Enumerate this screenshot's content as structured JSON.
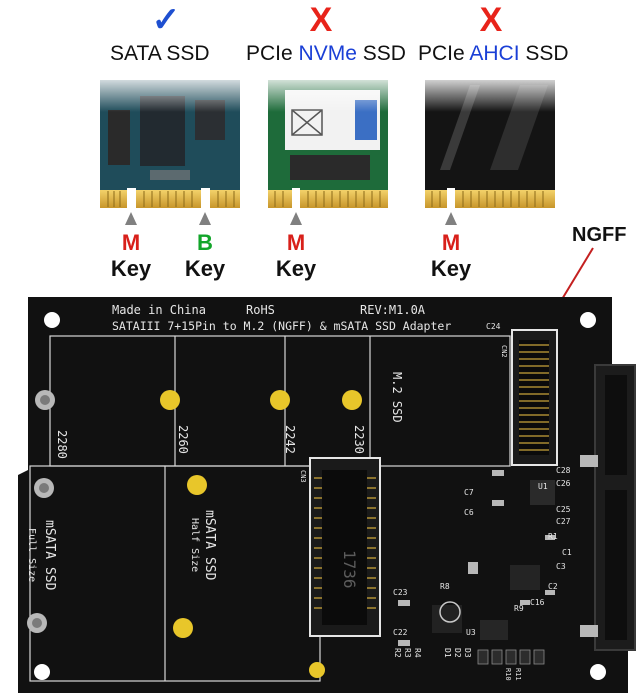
{
  "header": {
    "columns": [
      {
        "mark": "✓",
        "status": "supported",
        "label_prefix": "SATA SSD",
        "label_highlight": "",
        "label_suffix": ""
      },
      {
        "mark": "X",
        "status": "unsupported",
        "label_prefix": "PCIe ",
        "label_highlight": "NVMe",
        "label_suffix": " SSD"
      },
      {
        "mark": "X",
        "status": "unsupported",
        "label_prefix": "PCIe ",
        "label_highlight": "AHCI",
        "label_suffix": " SSD"
      }
    ]
  },
  "keys": [
    {
      "letter": "M",
      "word": "Key",
      "color": "#d8201a"
    },
    {
      "letter": "B",
      "word": "Key",
      "color": "#12a52a"
    },
    {
      "letter": "M",
      "word": "Key",
      "color": "#d8201a"
    },
    {
      "letter": "M",
      "word": "Key",
      "color": "#d8201a"
    }
  ],
  "callout": {
    "label": "NGFF"
  },
  "board": {
    "made_in": "Made in China",
    "rohs": "RoHS",
    "revision": "REV:M1.0A",
    "description": "SATAIII 7+15Pin to M.2 (NGFF) & mSATA SSD Adapter",
    "m2_label": "M.2 SSD",
    "m2_sizes": [
      "2280",
      "2260",
      "2242",
      "2230"
    ],
    "msata_full": "mSATA SSD",
    "msata_full_sub": "Full Size",
    "msata_half": "mSATA SSD",
    "msata_half_sub": "Half Size",
    "components": [
      "C24",
      "CN2",
      "CN3",
      "C28",
      "C7",
      "C26",
      "C6",
      "U1",
      "C25",
      "C27",
      "R1",
      "C1",
      "C3",
      "R8",
      "C23",
      "C2",
      "C16",
      "R9",
      "C22",
      "U3",
      "R2",
      "R3",
      "R4",
      "D1",
      "D2",
      "D3",
      "R10",
      "R11"
    ]
  },
  "colors": {
    "pcb": "#101010",
    "pad": "#e8c62a",
    "check": "#1e4fd0",
    "cross": "#e8231a",
    "nvme_blue": "#1a3fd6"
  }
}
